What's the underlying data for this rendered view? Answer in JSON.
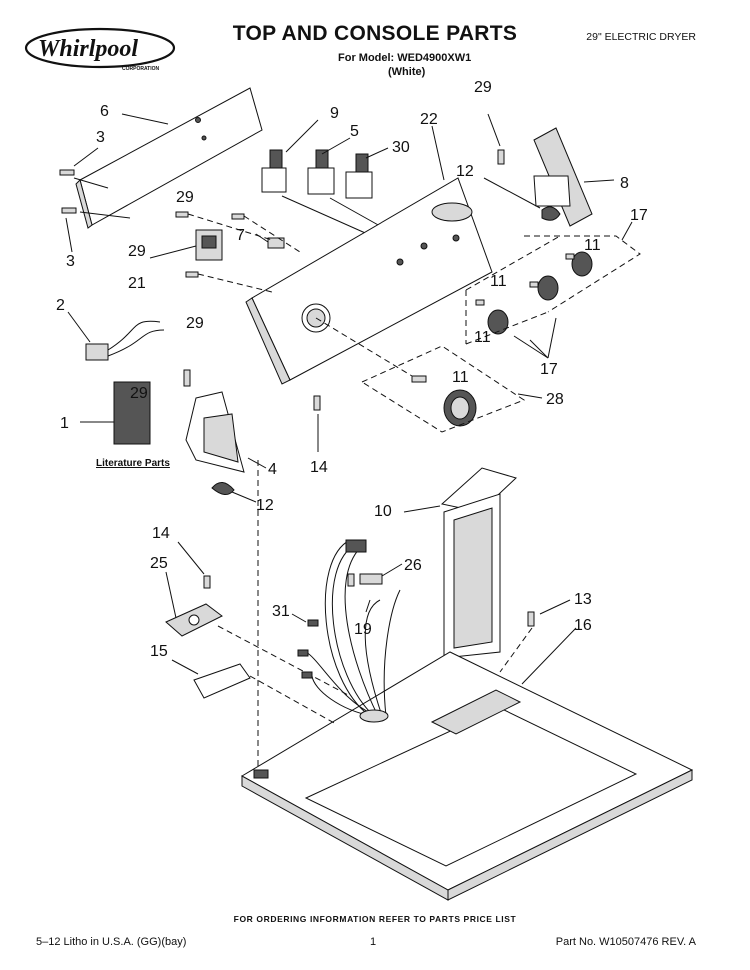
{
  "header": {
    "brand": "Whirlpool",
    "brand_sub": "CORPORATION",
    "title": "TOP AND CONSOLE PARTS",
    "model_line": "For Model: WED4900XW1",
    "color_line": "(White)",
    "subtitle": "29\" ELECTRIC DRYER"
  },
  "callouts": {
    "c1": "1",
    "c2": "2",
    "c3a": "3",
    "c3b": "3",
    "c4": "4",
    "c5": "5",
    "c6": "6",
    "c7": "7",
    "c8": "8",
    "c9": "9",
    "c10": "10",
    "c11a": "11",
    "c11b": "11",
    "c11c": "11",
    "c11d": "11",
    "c12a": "12",
    "c12b": "12",
    "c13": "13",
    "c14a": "14",
    "c14b": "14",
    "c15": "15",
    "c16": "16",
    "c17a": "17",
    "c17b": "17",
    "c19": "19",
    "c21": "21",
    "c22": "22",
    "c25": "25",
    "c26": "26",
    "c28": "28",
    "c29a": "29",
    "c29b": "29",
    "c29c": "29",
    "c29d": "29",
    "c29e": "29",
    "c30": "30",
    "c31": "31"
  },
  "literature_label": "Literature Parts",
  "footer": {
    "order_note": "FOR ORDERING INFORMATION REFER TO PARTS PRICE LIST",
    "litho": "5–12 Litho in U.S.A. (GG)(bay)",
    "page": "1",
    "part_no": "Part No. W10507476 REV. A"
  }
}
